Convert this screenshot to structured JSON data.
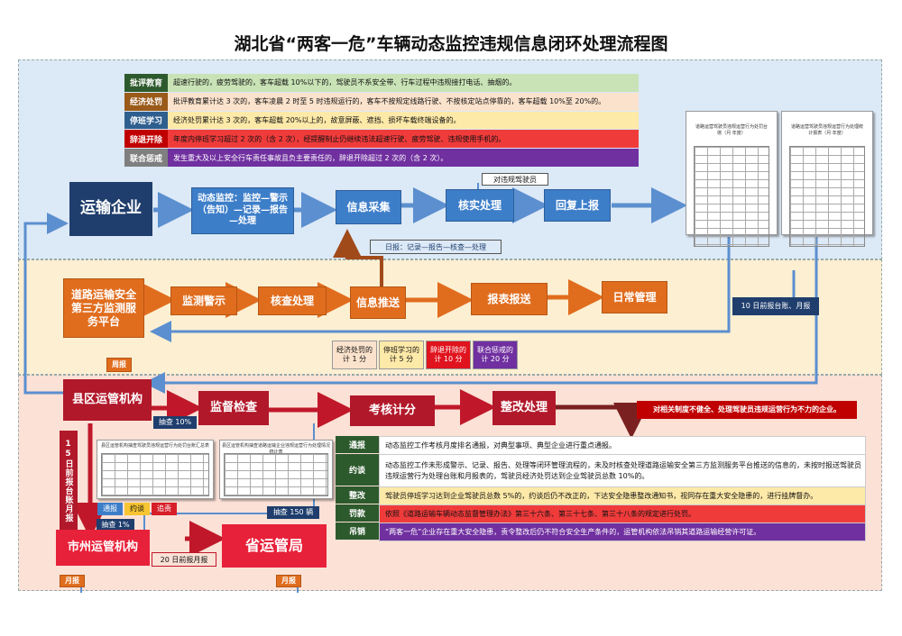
{
  "title": "湖北省“两客一危”车辆动态监控违规信息闭环处理流程图",
  "penalties": [
    {
      "label": "批评教育",
      "text": "超速行驶的，疲劳驾驶的，客车超载 10%以下的，驾驶员不系安全带、行车过程中违规接打电话、抽烟的。",
      "label_bg": "#2d5a2d",
      "row_bg": "#c9e3b6"
    },
    {
      "label": "经济处罚",
      "text": "批评教育累计达 3 次的，客车凌晨 2 时至 5 时违规运行的，客车不按规定线路行驶、不按核定站点停靠的，客车超载 10%至 20%的。",
      "label_bg": "#9a5a1a",
      "row_bg": "#fbe2cc"
    },
    {
      "label": "停班学习",
      "text": "经济处罚累计达 3 次的，客车超载 20%以上的，故意屏蔽、遮挡、损坏车载终端设备的。",
      "label_bg": "#2f5f8f",
      "row_bg": "#fde9a8"
    },
    {
      "label": "辞退开除",
      "text": "年度内停班学习超过 2 次的（含 2 次），经提醒制止仍继续违法超速行驶、疲劳驾驶、违规使用手机的。",
      "label_bg": "#c00000",
      "row_bg": "#f03b3b"
    },
    {
      "label": "联合惩戒",
      "text": "发生重大及以上安全行车责任事故且负主要责任的，辞退开除超过 2 次的（含 2 次）。",
      "label_bg": "#7f7f7f",
      "row_bg": "#7030a0"
    }
  ],
  "zone1": {
    "enterprise": "运输企业",
    "monitor": "动态监控：监控—警示（告知）—记录—报告—处理",
    "collect": "信息采集",
    "verify": "核实处理",
    "reply": "回复上报",
    "driver_note": "对违规驾驶员",
    "daily_note": "日报：记录—报告—核查—处理",
    "doc1_title": "道路运营驾驶员违规运营行为处罚台账（月 年度）",
    "doc2_title": "道路运营驾驶员违规运营行为处理统计报表（月 年度）"
  },
  "zone2": {
    "platform": "道路运输安全第三方监测服务平台",
    "alert": "监测警示",
    "check": "核查处理",
    "push": "信息推送",
    "report": "报表报送",
    "daily": "日常管理",
    "ledger_note": "10 日前报台账、月报",
    "weekly": "周报",
    "scores": [
      {
        "text": "经济处罚的计 1 分",
        "bg": "#fbe2cc",
        "color": "#111"
      },
      {
        "text": "停班学习的计 5 分",
        "bg": "#fde9a8",
        "color": "#111"
      },
      {
        "text": "辞退开除的计 10 分",
        "bg": "#e0141e",
        "color": "#fff"
      },
      {
        "text": "联合惩戒的计 20 分",
        "bg": "#7030a0",
        "color": "#fff"
      }
    ]
  },
  "zone3": {
    "county": "县区运管机构",
    "supervise": "监督检查",
    "score": "考核计分",
    "rectify": "整改处理",
    "spot10": "抽查 10%",
    "spot150": "抽查 150 辆",
    "spot1": "抽查 1%",
    "vertical": "15日前报台账月报",
    "city": "市州运管机构",
    "province": "省运管局",
    "report20": "20 日前报月报",
    "monthly1": "月报",
    "monthly2": "月报",
    "rectify_note": "对相关制度不健全、处理驾驶员违规运营行为不力的企业。",
    "tags": [
      {
        "text": "通报",
        "bg": "#3d7ec9"
      },
      {
        "text": "约谈",
        "bg": "#f7c531"
      },
      {
        "text": "追责",
        "bg": "#d71f2a"
      }
    ],
    "sheet1_title": "县区运管机构抽查驾驶员违规运营行为处罚台账汇总表",
    "sheet2_title": "县区运管机构抽查道路运输企业违规运营行为处理情况统计表",
    "measures": [
      {
        "label": "通报",
        "text": "动态监控工作考核月度排名通报，对典型事项、典型企业进行重点通报。",
        "row_bg": "#fff"
      },
      {
        "label": "约谈",
        "text": "动态监控工作未形成警示、记录、报告、处理等闭环管理流程的，未及时核查处理道路运输安全第三方监测服务平台推送的信息的，未按时报送驾驶员违规运营行为处理台账和月报表的，驾驶员经济处罚达到企业驾驶员总数 10%的。",
        "row_bg": "#fff"
      },
      {
        "label": "整改",
        "text": "驾驶员停班学习达到企业驾驶员总数 5%的，约谈后仍不改正的，下达安全隐患整改通知书，视同存在重大安全隐患的，进行挂牌督办。",
        "row_bg": "#fde9a8"
      },
      {
        "label": "罚款",
        "text": "依照《道路运输车辆动态监督管理办法》第三十六条、第三十七条、第三十八条的规定进行处罚。",
        "row_bg": "#f03b3b"
      },
      {
        "label": "吊销",
        "text": "“两客一危”企业存在重大安全隐患，责令整改后仍不符合安全生产条件的，运管机构依法吊销其道路运输经营许可证。",
        "row_bg": "#7030a0"
      }
    ]
  }
}
